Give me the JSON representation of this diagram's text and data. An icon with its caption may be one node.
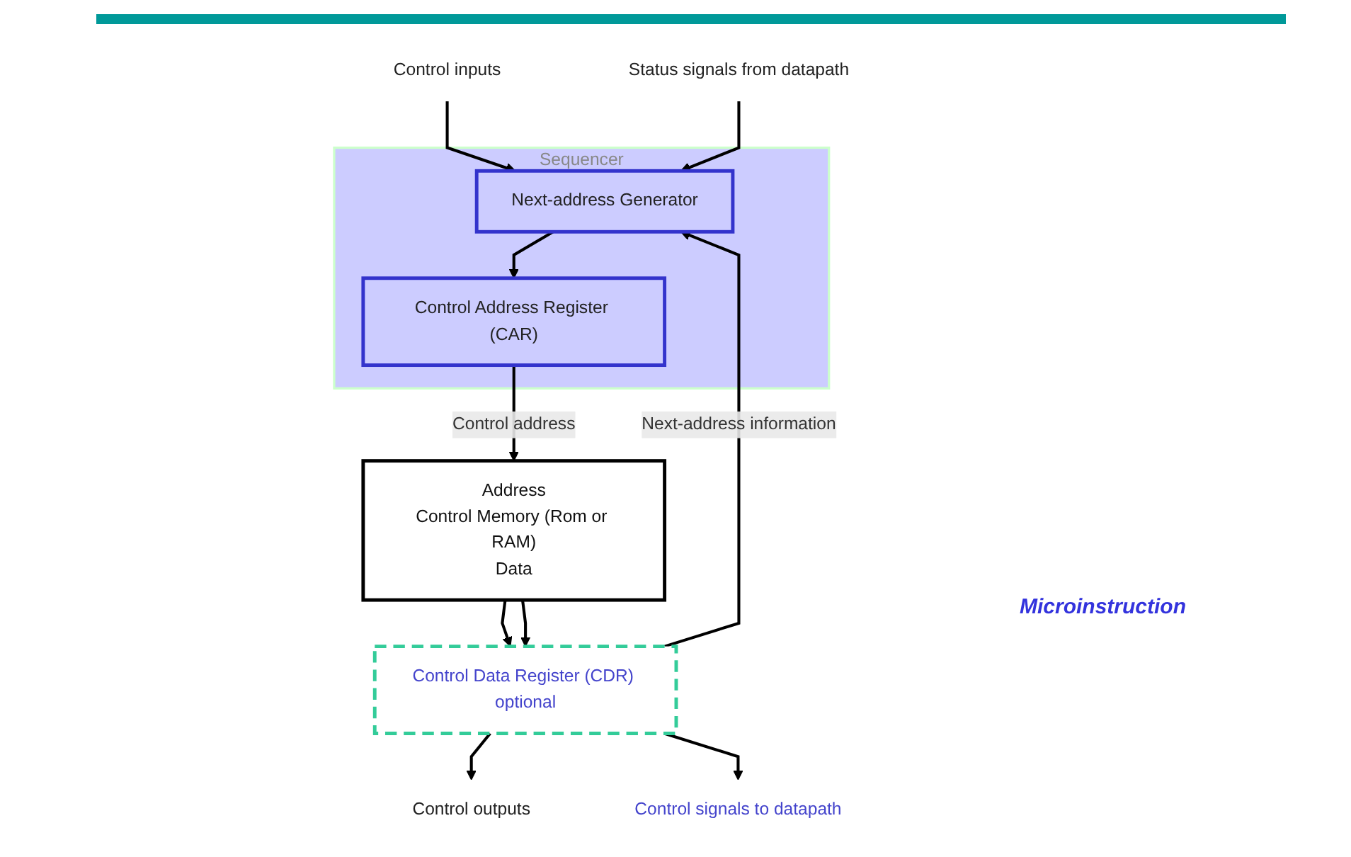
{
  "diagram": {
    "nodes": [
      {
        "text": [
          "Sequencer"
        ]
      },
      {
        "text": [
          "Next-address Generator"
        ],
        "in": 0
      },
      {
        "text": [
          "Control Address Register (CAR)"
        ],
        "in": 0
      },
      {
        "text": [
          "Address",
          "Control Memory (Rom or RAM)",
          "Data"
        ]
      },
      {
        "text": [
          "Control Data Register (CDR) optional"
        ]
      },
      {
        "text": [
          "Control inputs"
        ]
      },
      {
        "text": [
          "Status signals from datapath"
        ]
      },
      {
        "text": [
          "Control outputs"
        ]
      },
      {
        "text": [
          "Control signals to datapath"
        ]
      }
    ],
    "edges": [
      {
        "from": 5,
        "to": 1,
        "arrow": "to"
      },
      {
        "from": 6,
        "to": 1,
        "arrow": "to"
      },
      {
        "from": 1,
        "to": 2,
        "arrow": "to"
      },
      {
        "from": 2,
        "to": 3,
        "arrow": "to",
        "label": "Control address"
      },
      {
        "from": 3,
        "to": 4,
        "arrow": "to"
      },
      {
        "from": 3,
        "to": 4,
        "arrow": "to"
      },
      {
        "from": 4,
        "to": 1,
        "arrow": "to",
        "label": "Next-address information"
      },
      {
        "from": 4,
        "to": 7,
        "arrow": "to"
      },
      {
        "from": 4,
        "to": 8,
        "arrow": "to"
      }
    ],
    "labels": [
      "Microinstruction"
    ]
  }
}
